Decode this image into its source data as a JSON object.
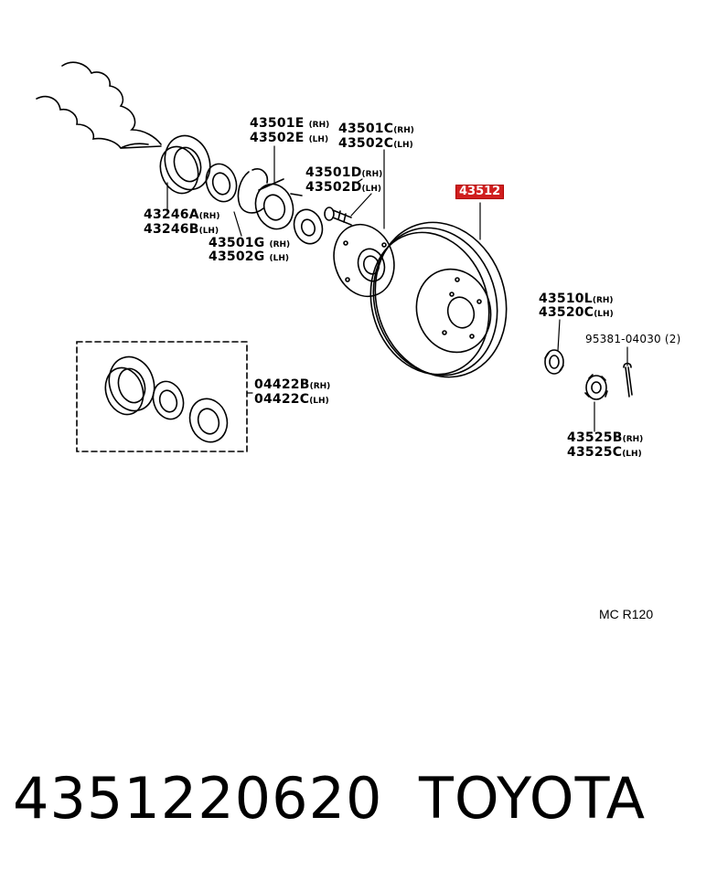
{
  "labels": {
    "p43501E": {
      "num": "43501E",
      "suf": "(RH)"
    },
    "p43502E": {
      "num": "43502E",
      "suf": "(LH)"
    },
    "p43501C": {
      "num": "43501C",
      "suf": "(RH)"
    },
    "p43502C": {
      "num": "43502C",
      "suf": "(LH)"
    },
    "p43501D": {
      "num": "43501D",
      "suf": "(RH)"
    },
    "p43502D": {
      "num": "43502D",
      "suf": "(LH)"
    },
    "p43246A": {
      "num": "43246A",
      "suf": "(RH)"
    },
    "p43246B": {
      "num": "43246B",
      "suf": "(LH)"
    },
    "p43501G": {
      "num": "43501G",
      "suf": "(RH)"
    },
    "p43502G": {
      "num": "43502G",
      "suf": "(LH)"
    },
    "p43510L": {
      "num": "43510L",
      "suf": "(RH)"
    },
    "p43520C": {
      "num": "43520C",
      "suf": "(LH)"
    },
    "p95381": {
      "num": "95381-04030",
      "suf": "(2)"
    },
    "p04422B": {
      "num": "04422B",
      "suf": "(RH)"
    },
    "p04422C": {
      "num": "04422C",
      "suf": "(LH)"
    },
    "p43525B": {
      "num": "43525B",
      "suf": "(RH)"
    },
    "p43525C": {
      "num": "43525C",
      "suf": "(LH)"
    }
  },
  "highlight": {
    "label": "43512",
    "color": "#d01e1e"
  },
  "diagram_code": "MC R120",
  "footer": {
    "part_number": "4351220620",
    "brand": "TOYOTA"
  }
}
